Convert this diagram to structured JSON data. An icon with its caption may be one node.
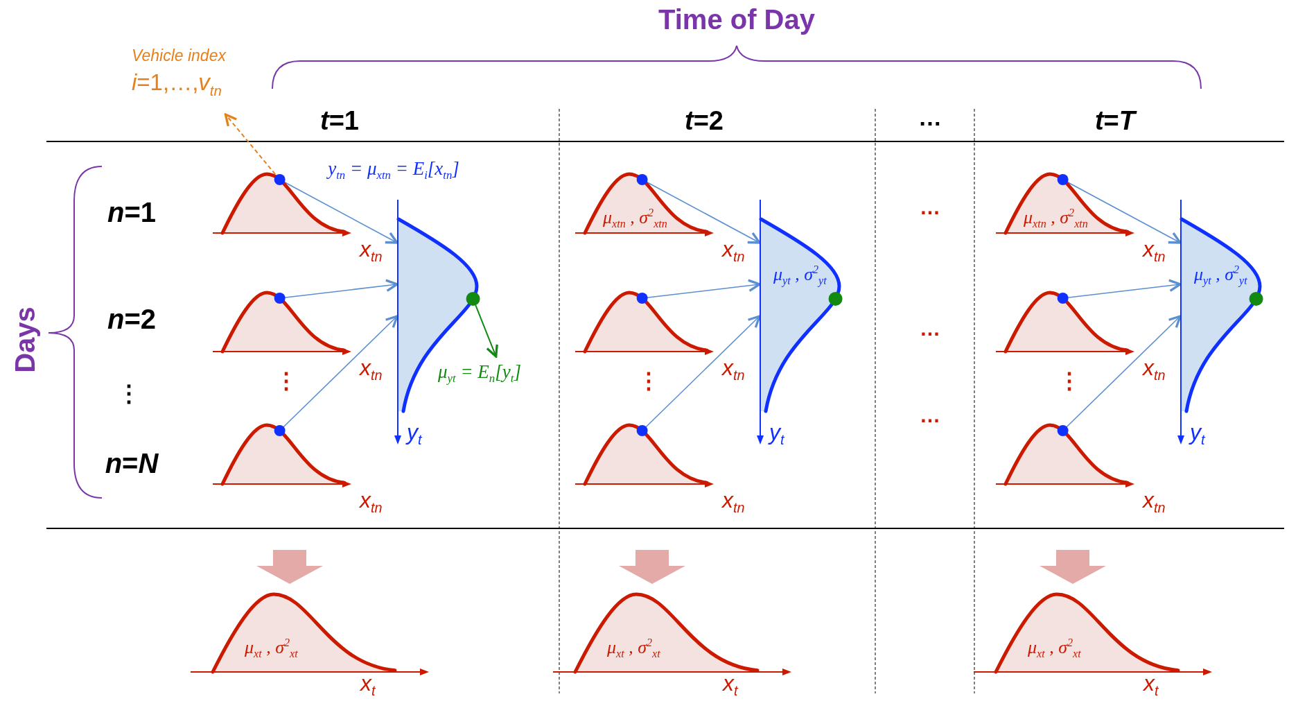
{
  "diagram": {
    "nodes": [
      {
        "text": [
          "Vehicle index",
          "*i*=1,…,*v*$_{tn}$"
        ]
      },
      {
        "text": [],
        "shape": "picture",
        "beside": [
          "x$_{tn}$"
        ]
      },
      {
        "text": [],
        "shape": "picture",
        "beside": [
          "x$_{tn}$"
        ]
      },
      {
        "text": [],
        "shape": "picture",
        "beside": [
          "x$_{tn}$"
        ]
      },
      {
        "text": [],
        "shape": "picture",
        "beside": [
          "y$_{t}$"
        ]
      },
      {
        "text": [
          "μ$_{yt}$ = E$_{n}$[y$_{t}$]"
        ]
      },
      {
        "text": [
          "μ$_{xt}$ , σ$^{2}$$_{xt}$"
        ],
        "beside": [
          "x$_{t}$"
        ]
      },
      {
        "text": [
          "μ$_{xtn}$ , σ$^{2}$$_{xtn}$"
        ],
        "beside": [
          "x$_{tn}$"
        ]
      },
      {
        "text": [],
        "shape": "picture",
        "beside": [
          "x$_{tn}$"
        ]
      },
      {
        "text": [],
        "shape": "picture",
        "beside": [
          "x$_{tn}$"
        ]
      },
      {
        "text": [
          "μ$_{yt}$ , σ$^{2}$$_{yt}$"
        ],
        "beside": [
          "y$_{t}$"
        ]
      },
      {
        "text": [
          "μ$_{xt}$ , σ$^{2}$$_{xt}$"
        ],
        "beside": [
          "x$_{t}$"
        ]
      },
      {
        "text": [
          "μ$_{xtn}$ , σ$^{2}$$_{xtn}$"
        ],
        "beside": [
          "x$_{tn}$"
        ]
      },
      {
        "text": [],
        "shape": "picture",
        "beside": [
          "x$_{tn}$"
        ]
      },
      {
        "text": [],
        "shape": "picture",
        "beside": [
          "x$_{tn}$"
        ]
      },
      {
        "text": [
          "μ$_{yt}$ , σ$^{2}$$_{yt}$"
        ],
        "beside": [
          "y$_{t}$"
        ]
      },
      {
        "text": [
          "μ$_{xt}$ , σ$^{2}$$_{xt}$"
        ],
        "beside": [
          "x$_{t}$"
        ]
      }
    ],
    "edges": [
      {
        "from": 1,
        "to": 0,
        "arrow": "to",
        "style": "dashed",
        "color": "#e8801a"
      },
      {
        "from": 1,
        "to": 4,
        "arrow": "to"
      },
      {
        "from": 2,
        "to": 4,
        "arrow": "to"
      },
      {
        "from": 3,
        "to": 4,
        "arrow": "to"
      },
      {
        "from": 4,
        "to": 5,
        "arrow": "to",
        "color": "#128a12"
      },
      {
        "from": 7,
        "to": 10,
        "arrow": "to"
      },
      {
        "from": 8,
        "to": 10,
        "arrow": "to"
      },
      {
        "from": 9,
        "to": 10,
        "arrow": "to"
      },
      {
        "from": 12,
        "to": 15,
        "arrow": "to"
      },
      {
        "from": 13,
        "to": 15,
        "arrow": "to"
      },
      {
        "from": 14,
        "to": 15,
        "arrow": "to"
      }
    ],
    "labels": [
      "Time of Day",
      "*t*=1",
      "*t*=2",
      "…",
      "*t*=*T*",
      "Days",
      "*n*=1",
      "*n*=2",
      "⋮",
      "*n*=*N*",
      "y$_{tn}$ = μ$_{xtn}$ = E$_{i}$[x$_{tn}$]",
      "⋮",
      "⋮",
      "…",
      "…",
      "…",
      "⋮"
    ]
  }
}
